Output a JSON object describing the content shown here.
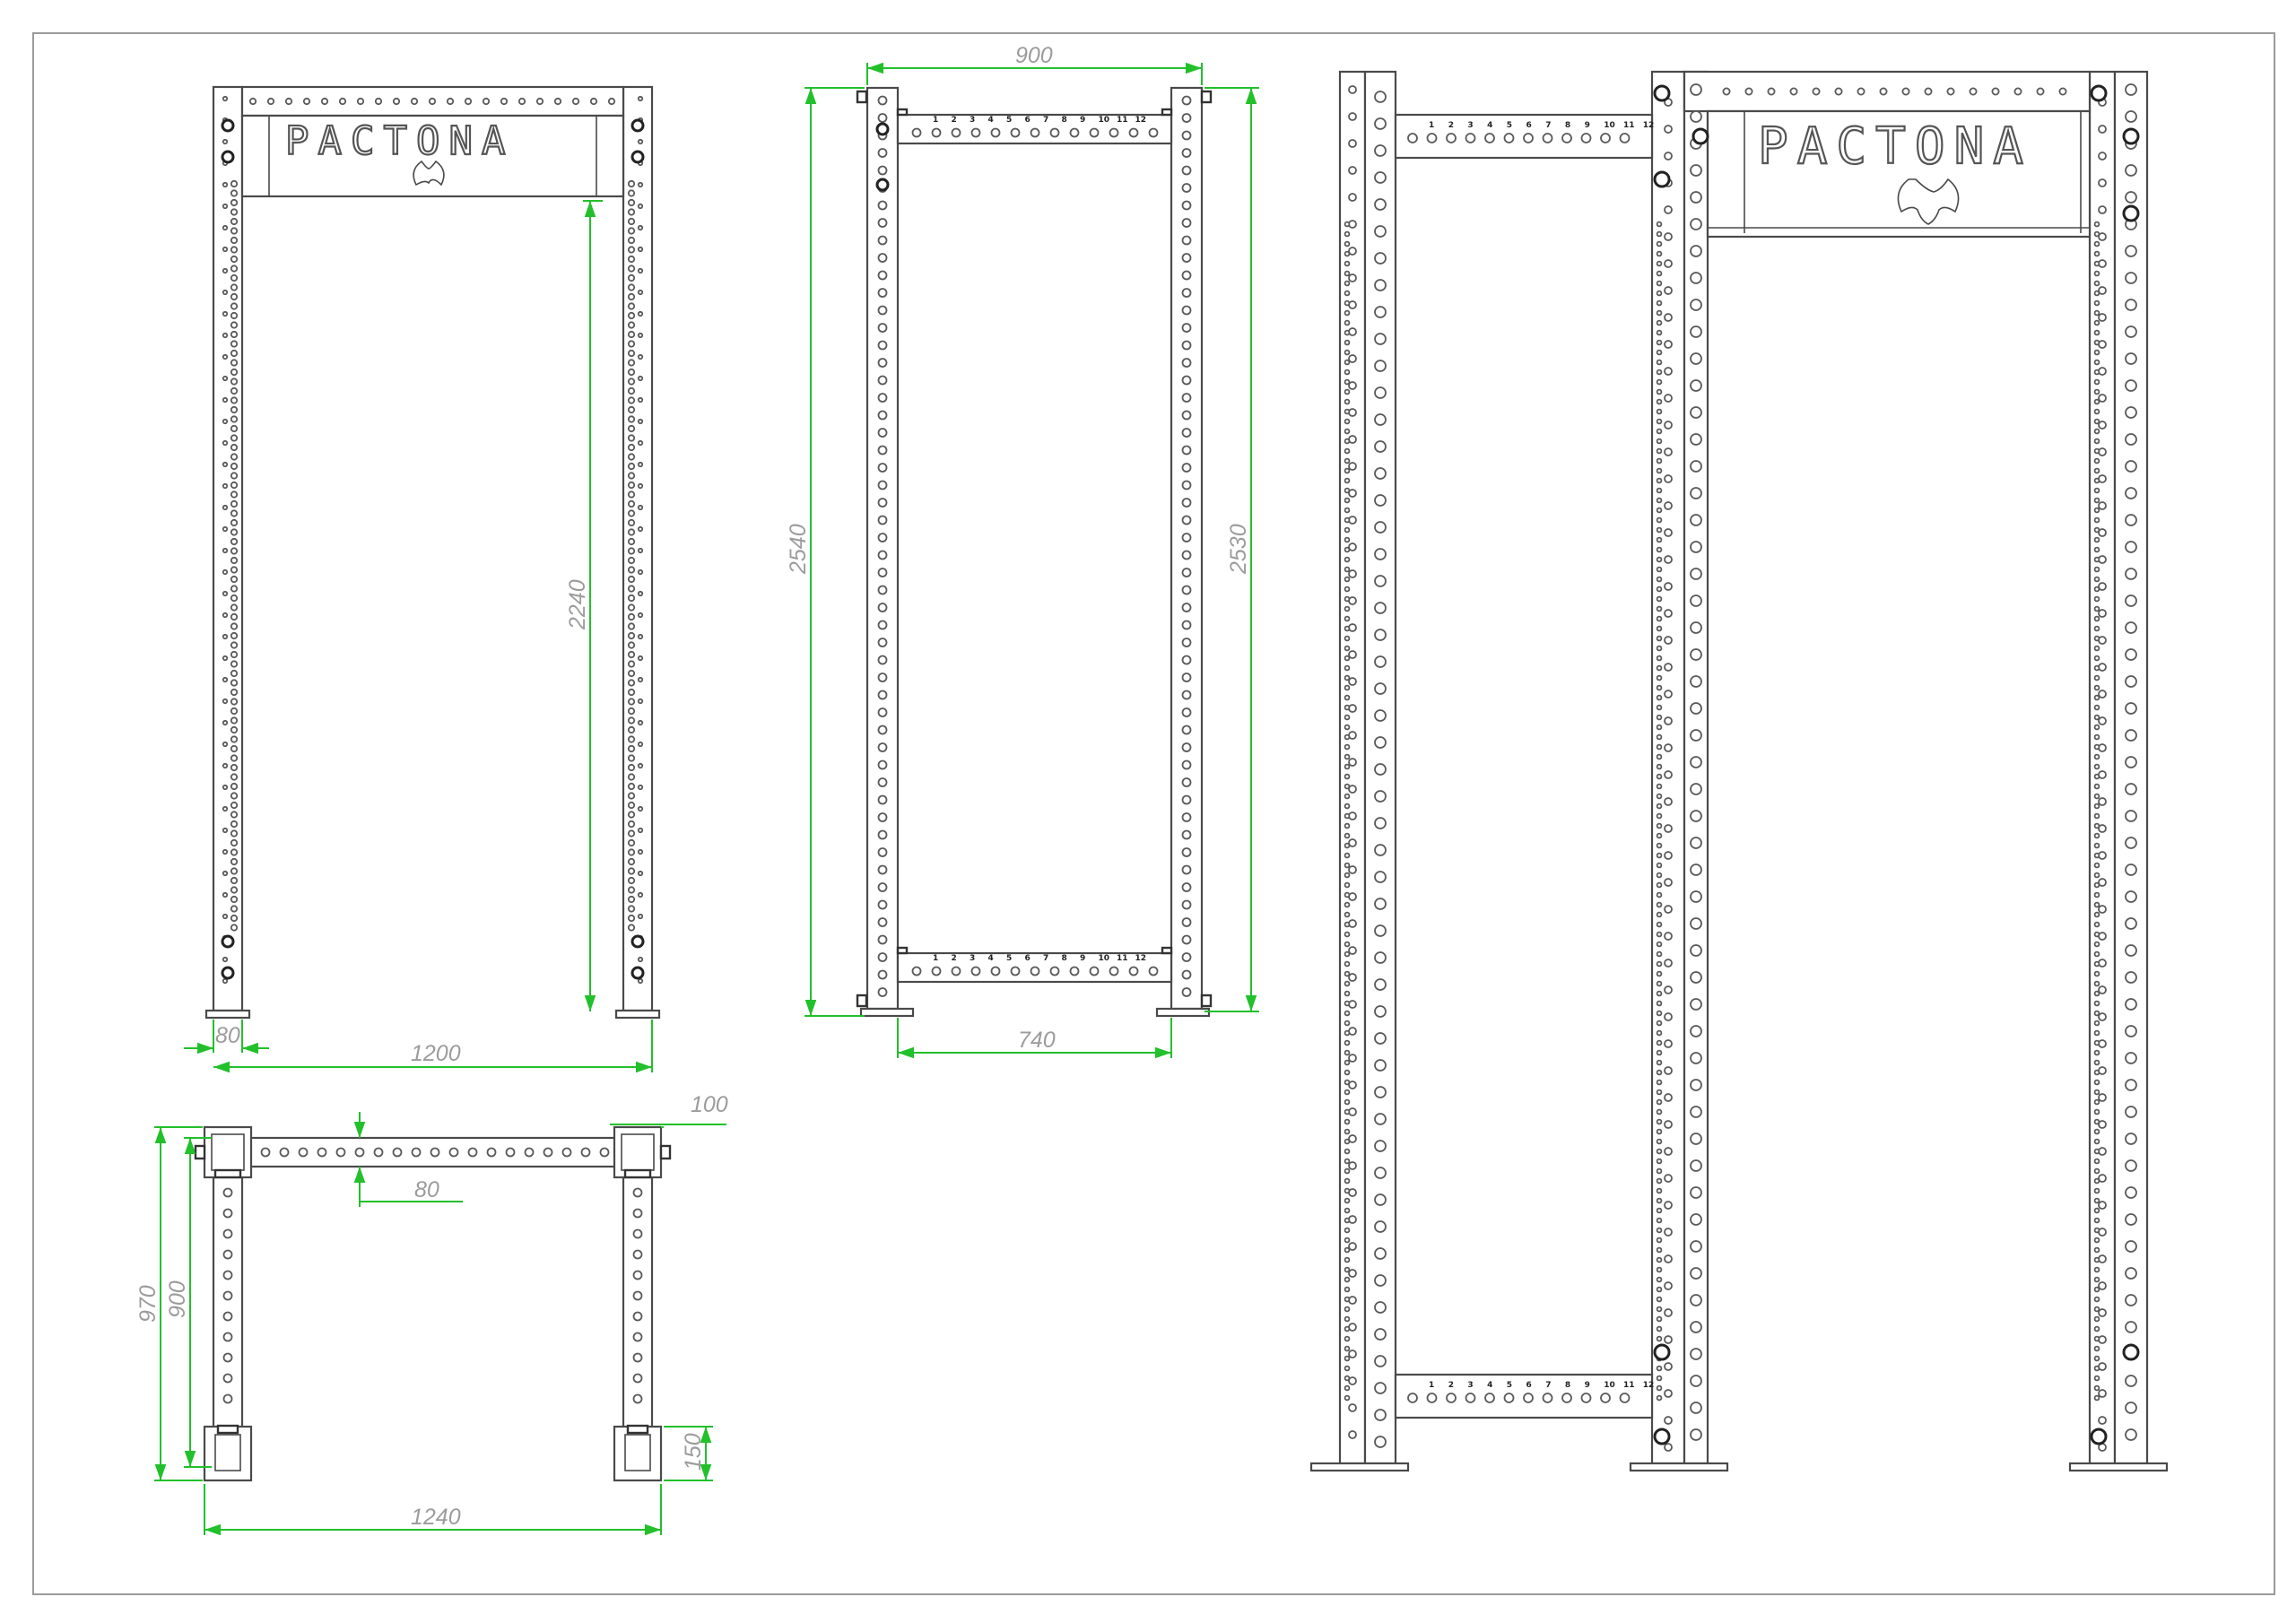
{
  "brand": {
    "logo_text": "PACTONA"
  },
  "views": {
    "front_view": {
      "dims": {
        "height_2240": "2240",
        "post_80": "80",
        "width_1200": "1200"
      }
    },
    "side_view": {
      "dims": {
        "top_900": "900",
        "height_left_2540": "2540",
        "height_right_2530": "2530",
        "bottom_740": "740"
      },
      "hole_numbers": [
        "1",
        "2",
        "3",
        "4",
        "5",
        "6",
        "7",
        "8",
        "9",
        "10",
        "11",
        "12"
      ]
    },
    "top_view": {
      "dims": {
        "depth_970": "970",
        "depth_900": "900",
        "post_100": "100",
        "beam_80": "80",
        "foot_150": "150",
        "width_1240": "1240"
      }
    },
    "iso_view": {
      "hole_numbers": [
        "1",
        "2",
        "3",
        "4",
        "5",
        "6",
        "7",
        "8",
        "9",
        "10",
        "11",
        "12"
      ]
    }
  },
  "colors": {
    "dimension": "#22c02b",
    "outline": "#4a4a4a",
    "dim_text": "#9c9c9c",
    "border": "#9a9a9a"
  }
}
